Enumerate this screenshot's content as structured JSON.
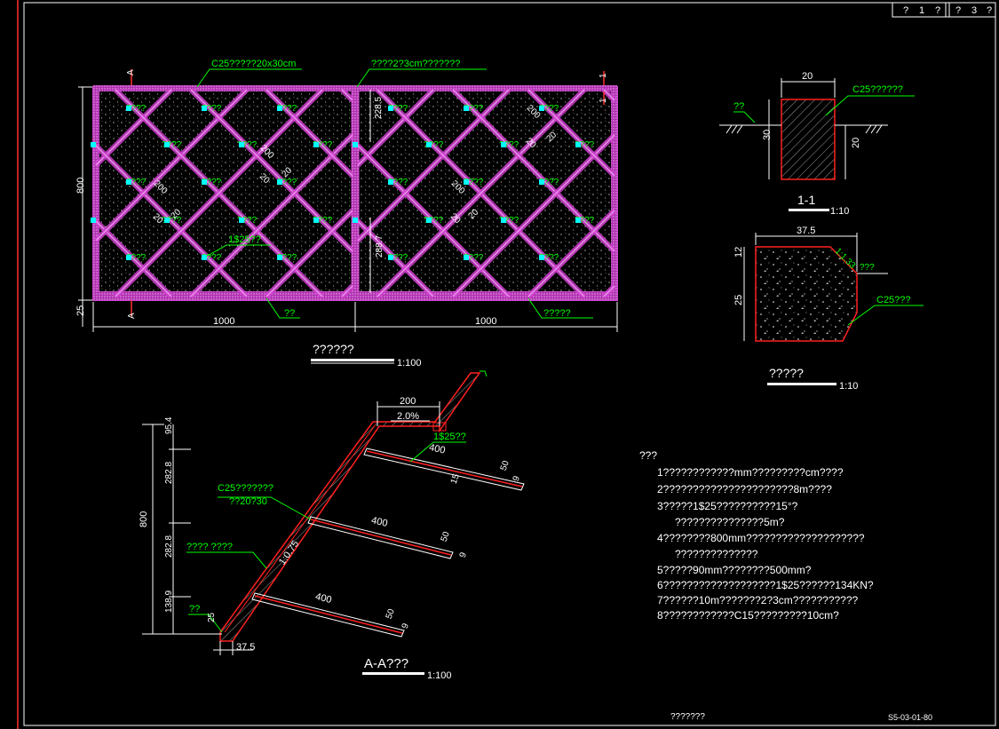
{
  "sheet": {
    "header_cells": [
      "?",
      "1",
      "?",
      "?",
      "3",
      "?"
    ],
    "footer_left": "???????",
    "drawing_no": "S5-03-01-80"
  },
  "colors": {
    "frame": "#ffffff",
    "border_red": "#ff3030",
    "grid_magenta": "#d040d0",
    "callout_green": "#00ff00",
    "node_cyan": "#00ffff",
    "concrete_red": "#ff2020",
    "background": "#000000"
  },
  "elevation": {
    "title": "??????",
    "scale": "1:100",
    "section_mark_left_top": "A",
    "section_mark_left_bottom": "A",
    "section_mark_right_top": "1",
    "section_mark_right_bottom": "1",
    "callout_top_left": "C25?????20x30cm",
    "callout_top_mid": "????2?3cm???????",
    "callout_anchor": "1$25??",
    "callout_bottom_left": "??",
    "callout_bottom_right": "?????",
    "height_dim": "800",
    "base_dim": "25",
    "width_left": "1000",
    "width_right": "1000",
    "dim_228": "228.5",
    "dim_288": "288.7",
    "dim_200": "200",
    "dim_20": "20",
    "cell_label": "????"
  },
  "section_1_1": {
    "title": "1-1",
    "scale": "1:10",
    "top_dim": "20",
    "left_dim": "30",
    "right_dim": "20",
    "callout_material": "C25??????",
    "callout_ground": "??"
  },
  "section_beam": {
    "title": "?????",
    "scale": "1:10",
    "top_dim": "37.5",
    "dim_12": "12",
    "dim_25": "25",
    "slope_label": "1:1.33",
    "slope_callout": "???",
    "callout_material": "C25???"
  },
  "section_a_a": {
    "title": "A-A???",
    "scale": "1:100",
    "top_width": "200",
    "top_slope": "2.0%",
    "callout_anchor": "1$25??",
    "callout_beam_l1": "C25???????",
    "callout_beam_l2": "??20?30",
    "callout_fill": "????  ????",
    "callout_ground": "??",
    "slope_ratio": "1:0.75",
    "height_total": "800",
    "seg_95": "95.4",
    "seg_282a": "282.8",
    "seg_282b": "282.8",
    "seg_138": "138.9",
    "base_25": "25",
    "base_375": "37.5",
    "anchor_len": "400",
    "anchor_50": "50",
    "anchor_15": "15",
    "anchor_9": "9"
  },
  "notes": {
    "heading": "???",
    "lines": [
      "1????????????mm?????????cm????",
      "2??????????????????????8m????",
      "3?????1$25??????????15°?",
      "???????????????5m?",
      "4????????800mm????????????????????",
      "??????????????",
      "5?????90mm????????500mm?",
      "6???????????????????1$25??????134KN?",
      "7??????10m???????2?3cm???????????",
      "8????????????C15?????????10cm?"
    ]
  }
}
